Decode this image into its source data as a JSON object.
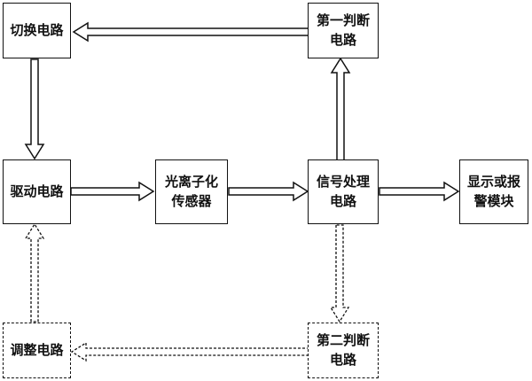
{
  "blocks": {
    "switch": "切换电路",
    "judge1": "第一判断\n电路",
    "drive": "驱动电路",
    "sensor": "光离子化\n传感器",
    "signal": "信号处理\n电路",
    "display": "显示或报\n警模块",
    "adjust": "调整电路",
    "judge2": "第二判断\n电路"
  }
}
